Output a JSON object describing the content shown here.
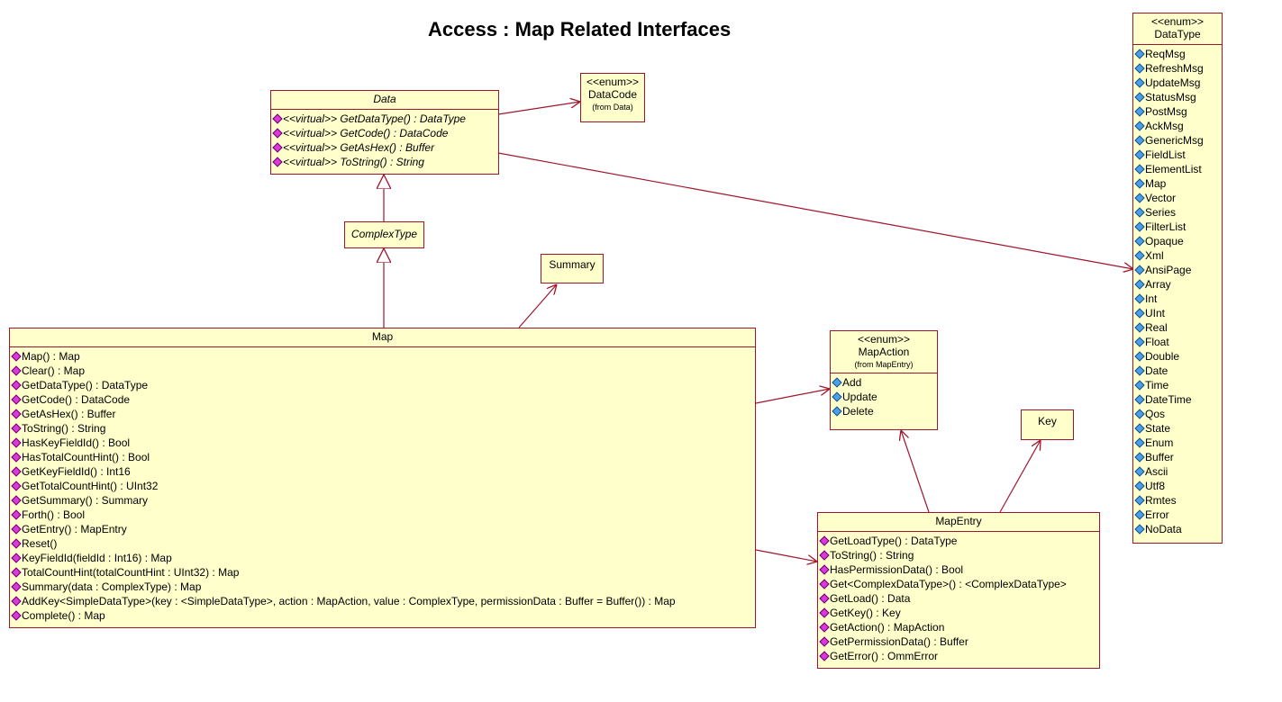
{
  "title": "Access : Map Related Interfaces",
  "colors": {
    "class_fill": "#ffffcc",
    "class_border": "#a0152e",
    "operation_marker": "#d93ad9",
    "attribute_marker": "#4aa0e8"
  },
  "icons": {
    "operation": "magenta-diamond-icon",
    "attribute": "blue-diamond-icon"
  },
  "data_class": {
    "name": "Data",
    "operations": [
      "<<virtual>> GetDataType() : DataType",
      "<<virtual>> GetCode() : DataCode",
      "<<virtual>> GetAsHex() : Buffer",
      "<<virtual>> ToString() : String"
    ]
  },
  "datacode": {
    "stereotype": "<<enum>>",
    "name": "DataCode",
    "from": "(from Data)"
  },
  "complextype": {
    "name": "ComplexType"
  },
  "summary": {
    "name": "Summary"
  },
  "map_class": {
    "name": "Map",
    "operations": [
      "Map() : Map",
      "Clear() : Map",
      "GetDataType() : DataType",
      "GetCode() : DataCode",
      "GetAsHex() : Buffer",
      "ToString() : String",
      "HasKeyFieldId() : Bool",
      "HasTotalCountHint() : Bool",
      "GetKeyFieldId() : Int16",
      "GetTotalCountHint() : UInt32",
      "GetSummary() : Summary",
      "Forth() : Bool",
      "GetEntry() : MapEntry",
      "Reset()",
      "KeyFieldId(fieldId : Int16) : Map",
      "TotalCountHint(totalCountHint : UInt32) : Map",
      "Summary(data : ComplexType) : Map",
      "AddKey<SimpleDataType>(key : <SimpleDataType>, action : MapAction, value : ComplexType, permissionData : Buffer = Buffer()) : Map",
      "Complete() : Map"
    ]
  },
  "mapaction": {
    "stereotype": "<<enum>>",
    "name": "MapAction",
    "from": "(from MapEntry)",
    "attributes": [
      "Add",
      "Update",
      "Delete"
    ]
  },
  "key": {
    "name": "Key"
  },
  "mapentry": {
    "name": "MapEntry",
    "operations": [
      "GetLoadType() : DataType",
      "ToString() : String",
      "HasPermissionData() : Bool",
      "Get<ComplexDataType>() : <ComplexDataType>",
      "GetLoad() : Data",
      "GetKey() : Key",
      "GetAction() : MapAction",
      "GetPermissionData() : Buffer",
      "GetError() : OmmError"
    ]
  },
  "datatype": {
    "stereotype": "<<enum>>",
    "name": "DataType",
    "attributes": [
      "ReqMsg",
      "RefreshMsg",
      "UpdateMsg",
      "StatusMsg",
      "PostMsg",
      "AckMsg",
      "GenericMsg",
      "FieldList",
      "ElementList",
      "Map",
      "Vector",
      "Series",
      "FilterList",
      "Opaque",
      "Xml",
      "AnsiPage",
      "Array",
      "Int",
      "UInt",
      "Real",
      "Float",
      "Double",
      "Date",
      "Time",
      "DateTime",
      "Qos",
      "State",
      "Enum",
      "Buffer",
      "Ascii",
      "Utf8",
      "Rmtes",
      "Error",
      "NoData"
    ]
  }
}
